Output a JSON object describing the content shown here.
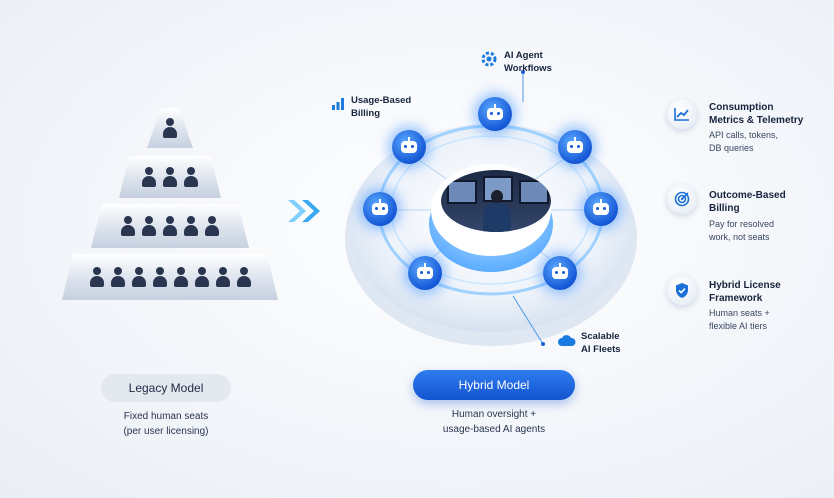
{
  "legacy": {
    "label": "Legacy Model",
    "caption_line1": "Fixed human seats",
    "caption_line2": "(per user licensing)"
  },
  "hybrid": {
    "label": "Hybrid Model",
    "caption_line1": "Human oversight +",
    "caption_line2": "usage-based AI agents"
  },
  "hub_labels": {
    "workflows": {
      "line1": "AI Agent",
      "line2": "Workflows",
      "icon": "gear-icon"
    },
    "billing": {
      "line1": "Usage-Based",
      "line2": "Billing",
      "icon": "bar-chart-icon"
    },
    "fleets": {
      "line1": "Scalable",
      "line2": "AI Fleets",
      "icon": "cloud-icon"
    }
  },
  "features": [
    {
      "title1": "Consumption",
      "title2": "Metrics & Telemetry",
      "desc1": "API calls, tokens,",
      "desc2": "DB queries",
      "icon": "analytics-chart-icon"
    },
    {
      "title1": "Outcome-Based",
      "title2": "Billing",
      "desc1": "Pay for resolved",
      "desc2": "work, not seats",
      "icon": "target-icon"
    },
    {
      "title1": "Hybrid License",
      "title2": "Framework",
      "desc1": "Human seats +",
      "desc2": "flexible AI tiers",
      "icon": "shield-check-icon"
    }
  ],
  "colors": {
    "accent": "#1a5fd8",
    "dark": "#18233d",
    "pill_legacy": "#e4e8ef"
  }
}
